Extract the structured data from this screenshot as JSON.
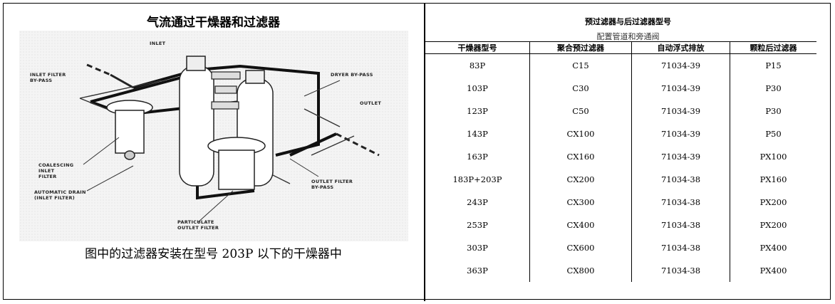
{
  "left_panel": {
    "title": "气流通过干燥器和过滤器",
    "caption": "图中的过滤器安装在型号 203P 以下的干燥器中",
    "diagram_labels": {
      "inlet": "INLET",
      "inlet_filter_bypass": "INLET FILTER\nBY-PASS",
      "dryer_bypass": "DRYER BY-PASS",
      "outlet": "OUTLET",
      "coalescing_inlet_filter": "COALESCING\nINLET\nFILTER",
      "automatic_drain": "AUTOMATIC DRAIN\n(INLET FILTER)",
      "outlet_filter_bypass": "OUTLET FILTER\nBY-PASS",
      "particulate_outlet_filter": "PARTICULATE\nOUTLET FILTER"
    }
  },
  "right_panel": {
    "title": "预过滤器与后过滤器型号",
    "subtitle": "配置管道和旁通阀",
    "columns": [
      "干燥器型号",
      "聚合预过滤器",
      "自动浮式排放",
      "颗粒后过滤器"
    ],
    "rows": [
      [
        "83P",
        "C15",
        "71034-39",
        "P15"
      ],
      [
        "103P",
        "C30",
        "71034-39",
        "P30"
      ],
      [
        "123P",
        "C50",
        "71034-39",
        "P30"
      ],
      [
        "143P",
        "CX100",
        "71034-39",
        "P50"
      ],
      [
        "163P",
        "CX160",
        "71034-39",
        "PX100"
      ],
      [
        "183P+203P",
        "CX200",
        "71034-38",
        "PX160"
      ],
      [
        "243P",
        "CX300",
        "71034-38",
        "PX200"
      ],
      [
        "253P",
        "CX400",
        "71034-38",
        "PX200"
      ],
      [
        "303P",
        "CX600",
        "71034-38",
        "PX400"
      ],
      [
        "363P",
        "CX800",
        "71034-38",
        "PX400"
      ]
    ]
  }
}
